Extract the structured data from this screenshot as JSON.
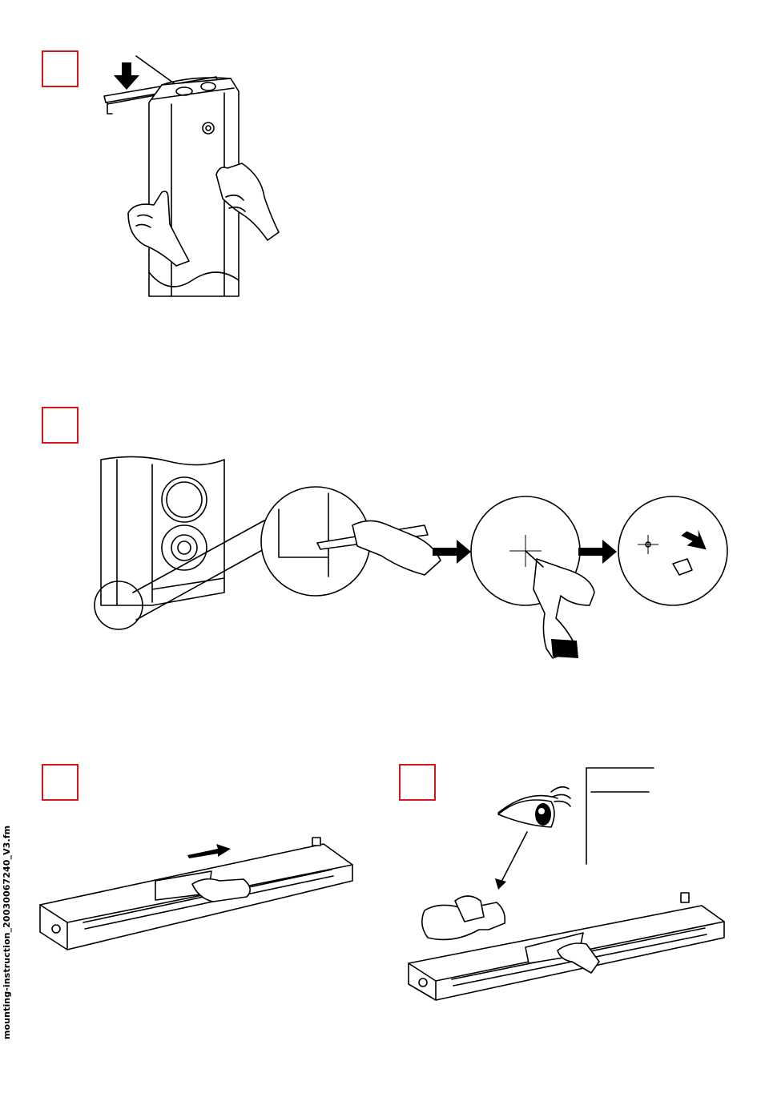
{
  "document": {
    "side_label": "mounting-instruction_20030067240_V3.fm"
  },
  "steps": [
    {
      "id": "step-1",
      "number": ""
    },
    {
      "id": "step-2",
      "number": ""
    },
    {
      "id": "step-3",
      "number": ""
    },
    {
      "id": "step-4",
      "number": ""
    }
  ],
  "colors": {
    "step_box_border": "#d8141b",
    "line_art": "#000000",
    "background": "#ffffff"
  },
  "icons": {
    "step1": [
      "arrow-down-icon",
      "hand-icon",
      "bracket-icon"
    ],
    "step2": [
      "magnifier-circle-icon",
      "pencil-icon",
      "drill-icon",
      "dowel-icon",
      "arrow-right-icon"
    ],
    "step3": [
      "arrow-right-icon",
      "cloth-icon"
    ],
    "step4": [
      "eye-icon",
      "spray-bottle-icon",
      "cloth-icon"
    ]
  }
}
